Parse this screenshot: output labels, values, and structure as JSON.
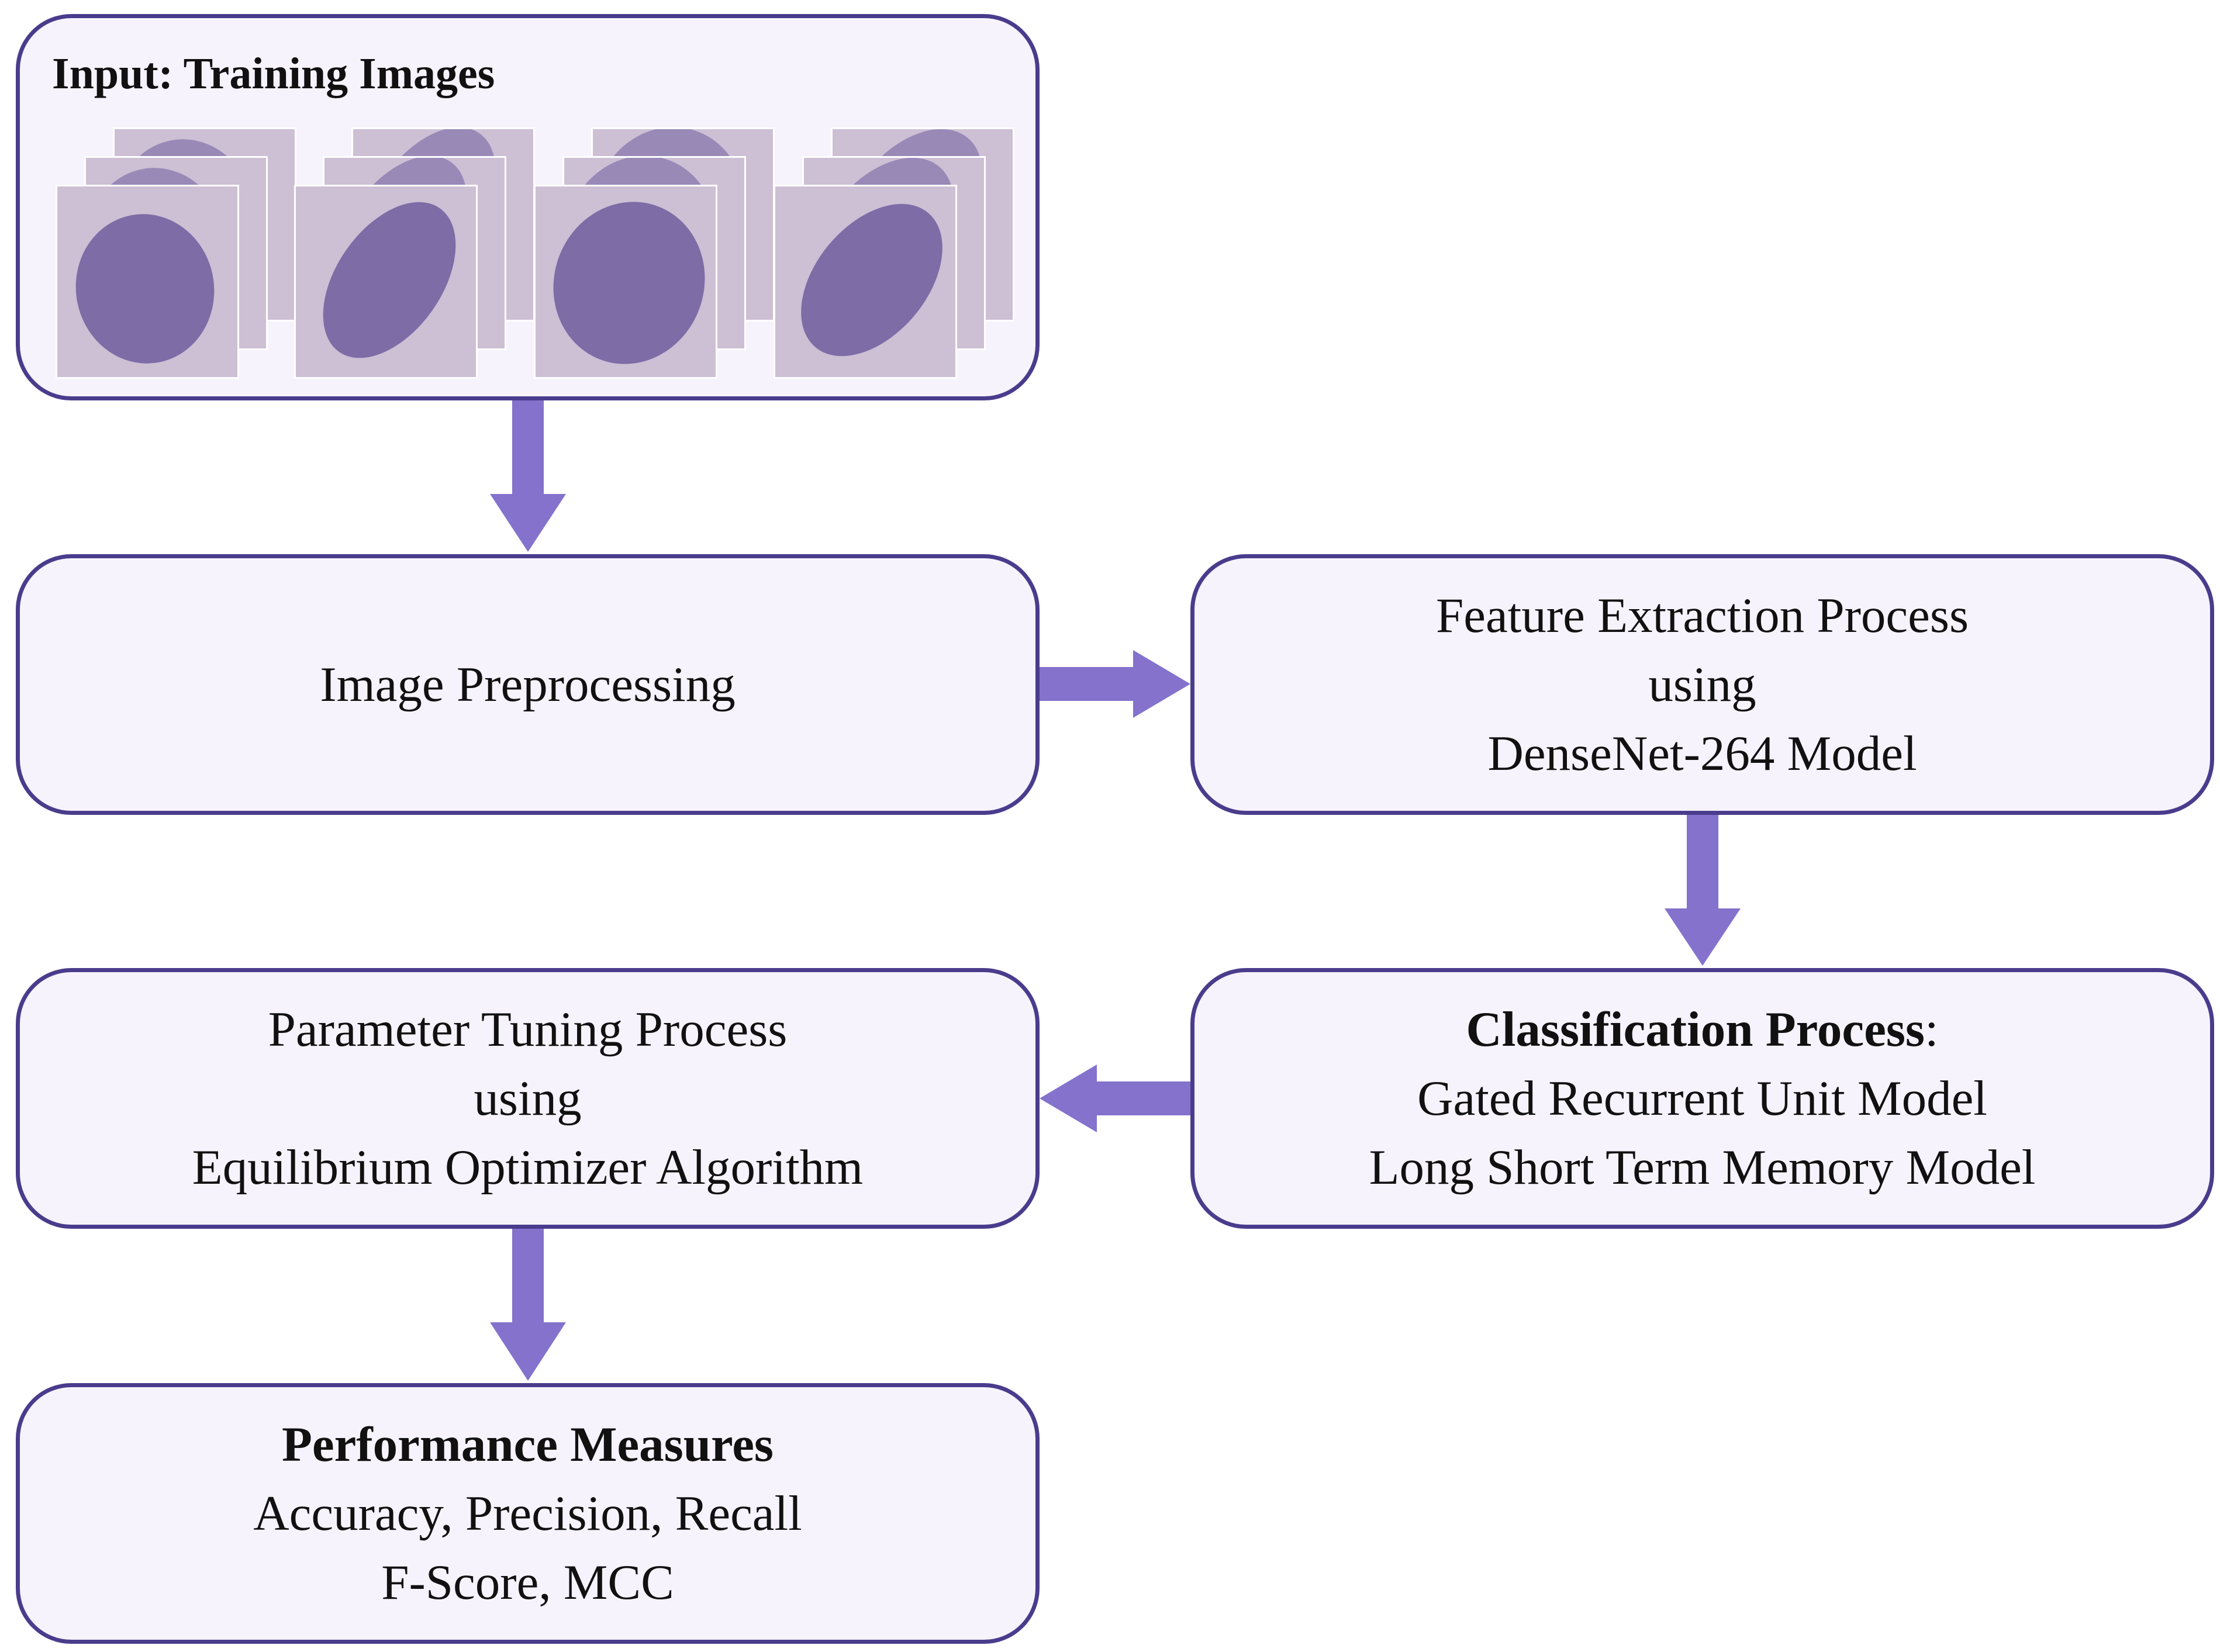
{
  "diagram": {
    "input": {
      "title": "Input: Training Images",
      "images": [
        {
          "icon": "cell-image-stack-1"
        },
        {
          "icon": "cell-image-stack-2"
        },
        {
          "icon": "cell-image-stack-3"
        },
        {
          "icon": "cell-image-stack-4"
        }
      ]
    },
    "preprocessing": {
      "label": "Image Preprocessing"
    },
    "feature_extraction": {
      "lines": [
        "Feature Extraction Process",
        "using",
        "DenseNet-264 Model"
      ]
    },
    "classification": {
      "heading": "Classification Process",
      "heading_suffix": ":",
      "lines": [
        "Gated Recurrent Unit Model",
        "Long Short Term Memory Model"
      ]
    },
    "parameter_tuning": {
      "lines": [
        "Parameter Tuning Process",
        "using",
        "Equilibrium Optimizer Algorithm"
      ]
    },
    "performance": {
      "heading": "Performance Measures",
      "lines": [
        "Accuracy, Precision, Recall",
        "F-Score, MCC"
      ]
    },
    "colors": {
      "box_border": "#4a3c8c",
      "box_fill": "#f6f3fc",
      "arrow": "#8472cc",
      "cell_background": "#cdbfd4",
      "cell_nucleus": "#6f5d9e"
    }
  }
}
